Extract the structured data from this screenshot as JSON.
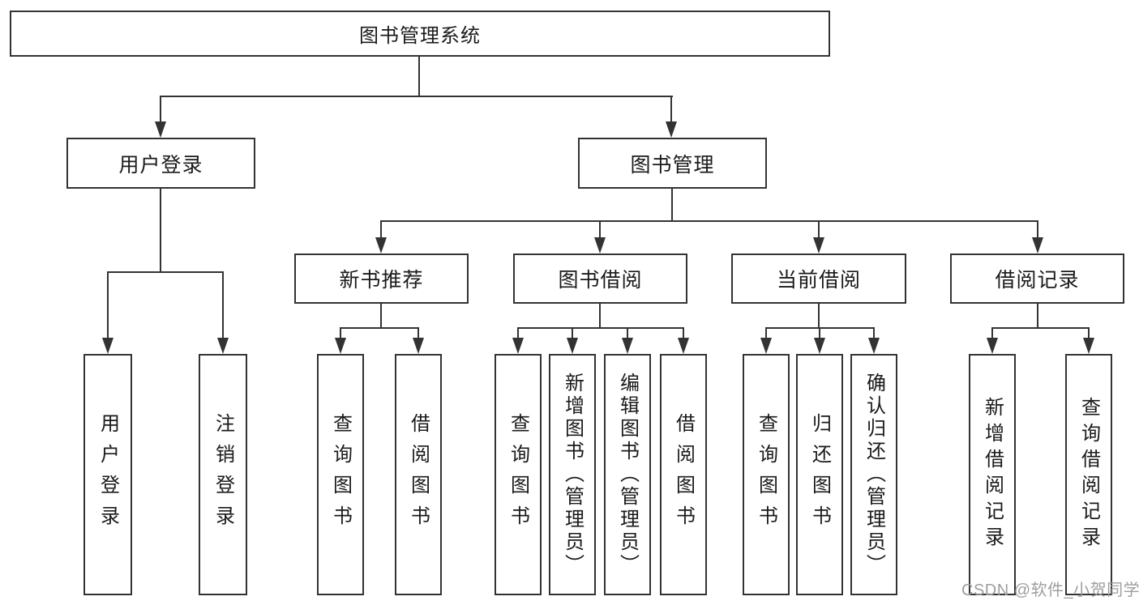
{
  "diagram_title": "图书管理系统",
  "watermark": {
    "text": "CSDN @软件_小贺同学",
    "color": "#9e9e9e"
  },
  "colors": {
    "line": "#333333",
    "box_border": "#333333",
    "box_fill": "#ffffff",
    "text": "#1a1a1a",
    "background": "#ffffff"
  },
  "tree": {
    "root": {
      "label": "图书管理系统",
      "children": [
        {
          "label": "用户登录",
          "children": [
            {
              "label": "用户登录"
            },
            {
              "label": "注销登录"
            }
          ]
        },
        {
          "label": "图书管理",
          "children": [
            {
              "label": "新书推荐",
              "children": [
                {
                  "label": "查询图书"
                },
                {
                  "label": "借阅图书"
                }
              ]
            },
            {
              "label": "图书借阅",
              "children": [
                {
                  "label": "查询图书"
                },
                {
                  "label": "新增图书（管理员）"
                },
                {
                  "label": "编辑图书（管理员）"
                },
                {
                  "label": "借阅图书"
                }
              ]
            },
            {
              "label": "当前借阅",
              "children": [
                {
                  "label": "查询图书"
                },
                {
                  "label": "归还图书"
                },
                {
                  "label": "确认归还（管理员）"
                }
              ]
            },
            {
              "label": "借阅记录",
              "children": [
                {
                  "label": "新增借阅记录"
                },
                {
                  "label": "查询借阅记录"
                }
              ]
            }
          ]
        }
      ]
    }
  }
}
